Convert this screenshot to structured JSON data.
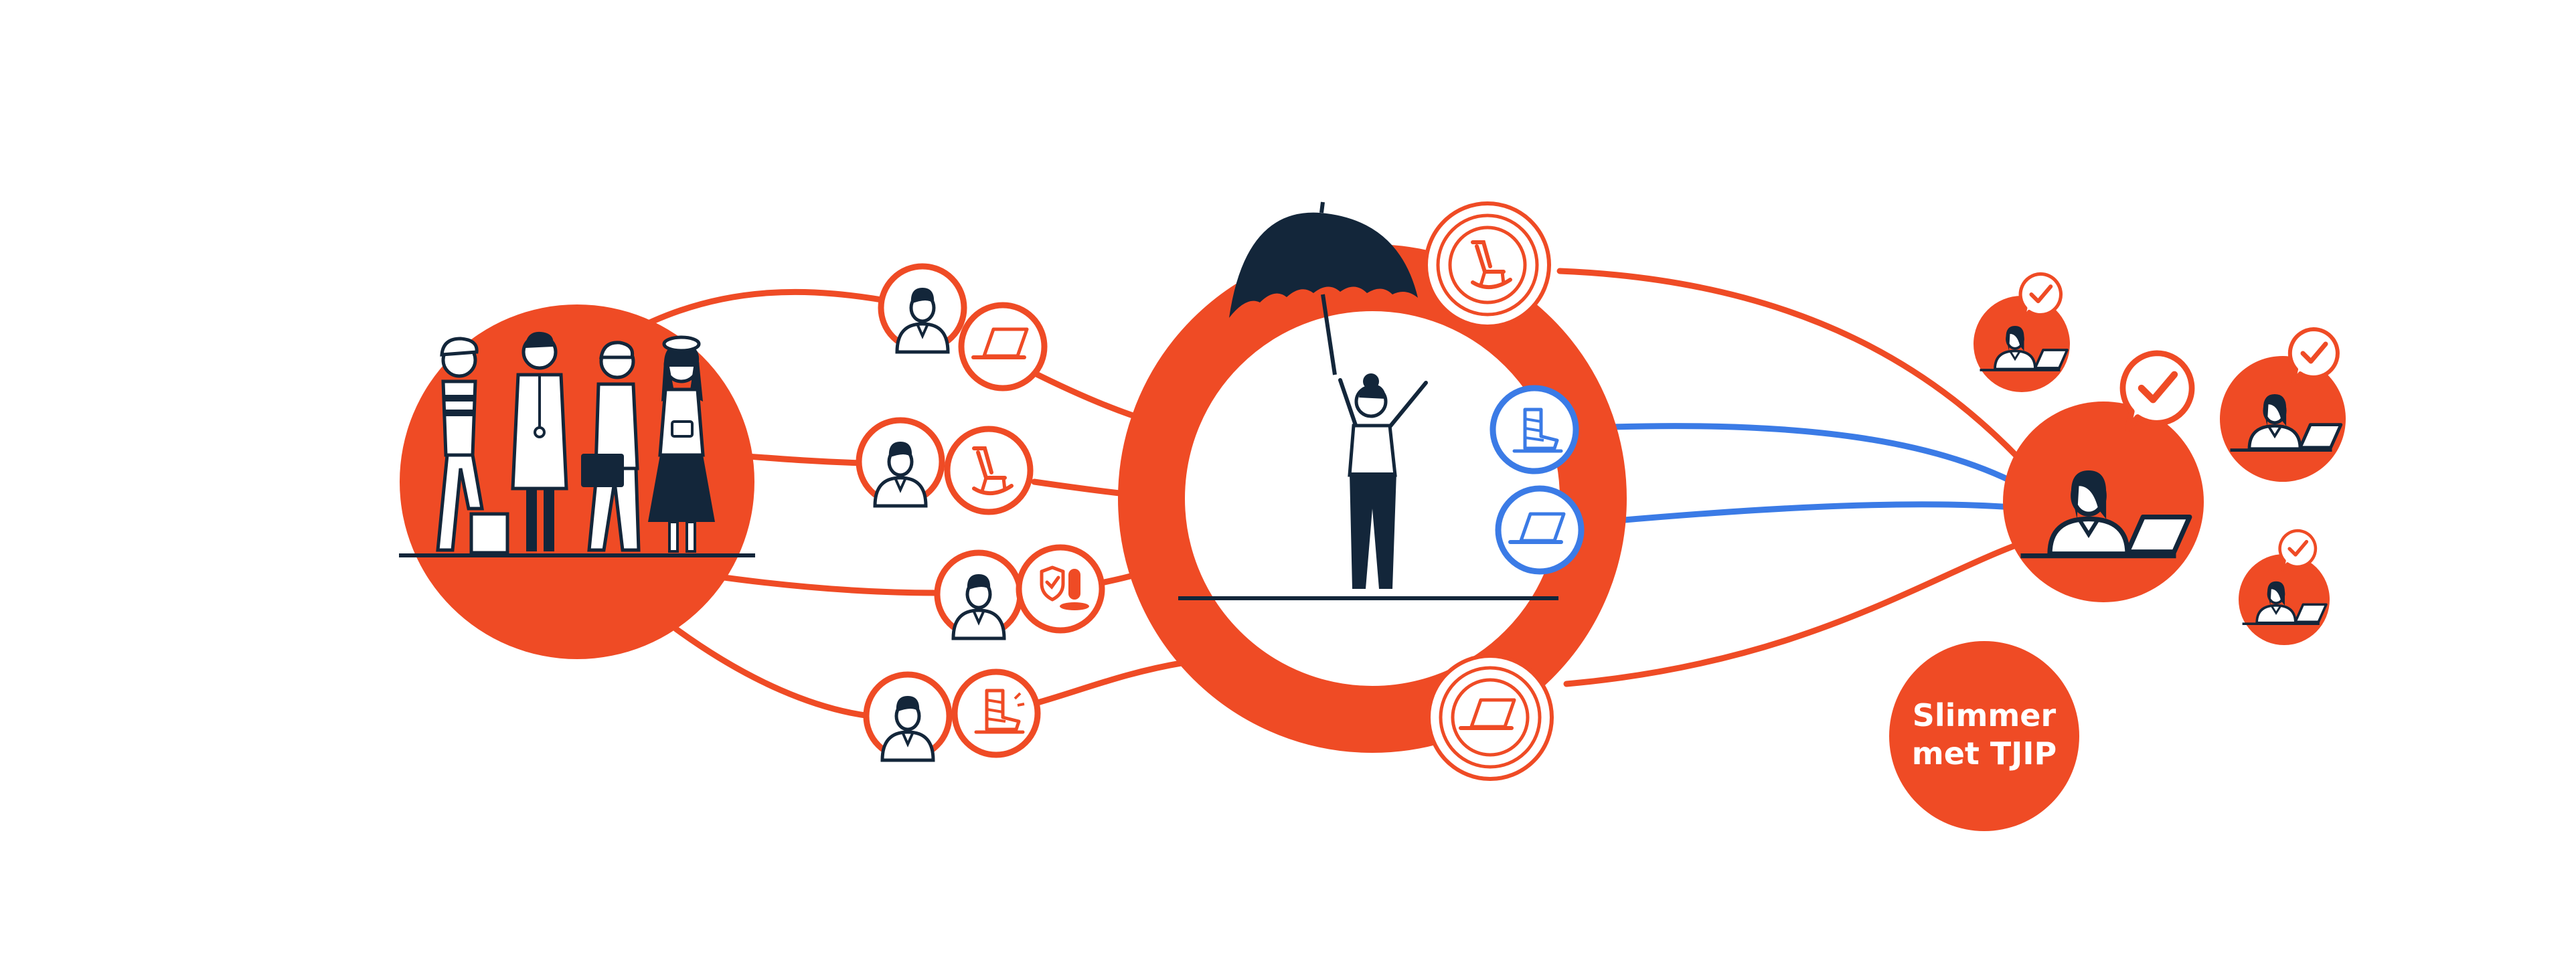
{
  "tagline": {
    "line1": "Slimmer",
    "line2": "met TJIP"
  },
  "colors": {
    "accent": "#ef4b25",
    "ink": "#13263a",
    "link_blue": "#3b7be6",
    "background": "#ffffff"
  },
  "icons": {
    "left_group": "group-of-workers",
    "center": "person-with-umbrella",
    "insurance_types": [
      "laptop",
      "rocking-chair",
      "shield-pill",
      "leg-cast"
    ],
    "right_group": "approved-office-workers"
  }
}
